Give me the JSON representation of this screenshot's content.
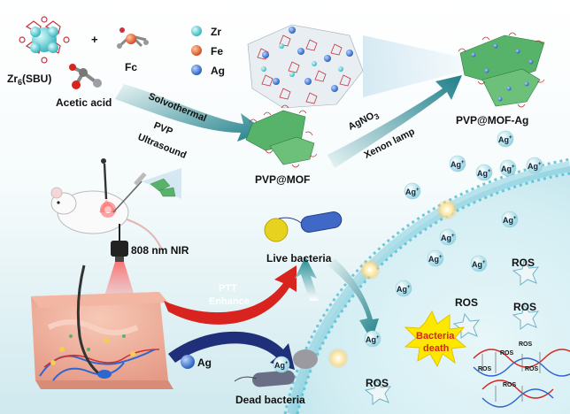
{
  "labels": {
    "zr6_sbu": "Zr",
    "zr6_sub": "6",
    "zr6_rest": "(SBU)",
    "plus": "+",
    "fc": "Fc",
    "acetic_acid": "Acetic acid",
    "solvothermal": "Solvothermal",
    "pvp": "PVP",
    "ultrasound": "Ultrasound",
    "pvp_mof": "PVP@MOF",
    "agno3": "AgNO",
    "agno3_sub": "3",
    "xenon_lamp": "Xenon lamp",
    "pvp_mof_ag": "PVP@MOF-Ag",
    "nir": "808 nm NIR",
    "live_bacteria": "Live bacteria",
    "ptt": "PTT",
    "enhance": "Enhance",
    "ag_left": "Ag",
    "dead_bacteria": "Dead bacteria",
    "bacteria_death_1": "Bacteria",
    "bacteria_death_2": "death",
    "ros": "ROS",
    "ag_ion_base": "Ag",
    "ag_ion_sup": "+"
  },
  "legend": [
    {
      "symbol": "Zr",
      "color": "#5fd1d6"
    },
    {
      "symbol": "Fe",
      "color": "#e8622a"
    },
    {
      "symbol": "Ag",
      "color": "#2e6fd0"
    }
  ],
  "colors": {
    "background_gradient_top": "#ffffff",
    "background_gradient_bottom": "#cfe9ee",
    "cell_membrane": "#3aa9c9",
    "arrow_teal": "#2a8c96",
    "arrow_red": "#d8231e",
    "arrow_navy": "#1f2f7a",
    "death_burst": "#ffe800",
    "mof_green": "#57b36a"
  }
}
